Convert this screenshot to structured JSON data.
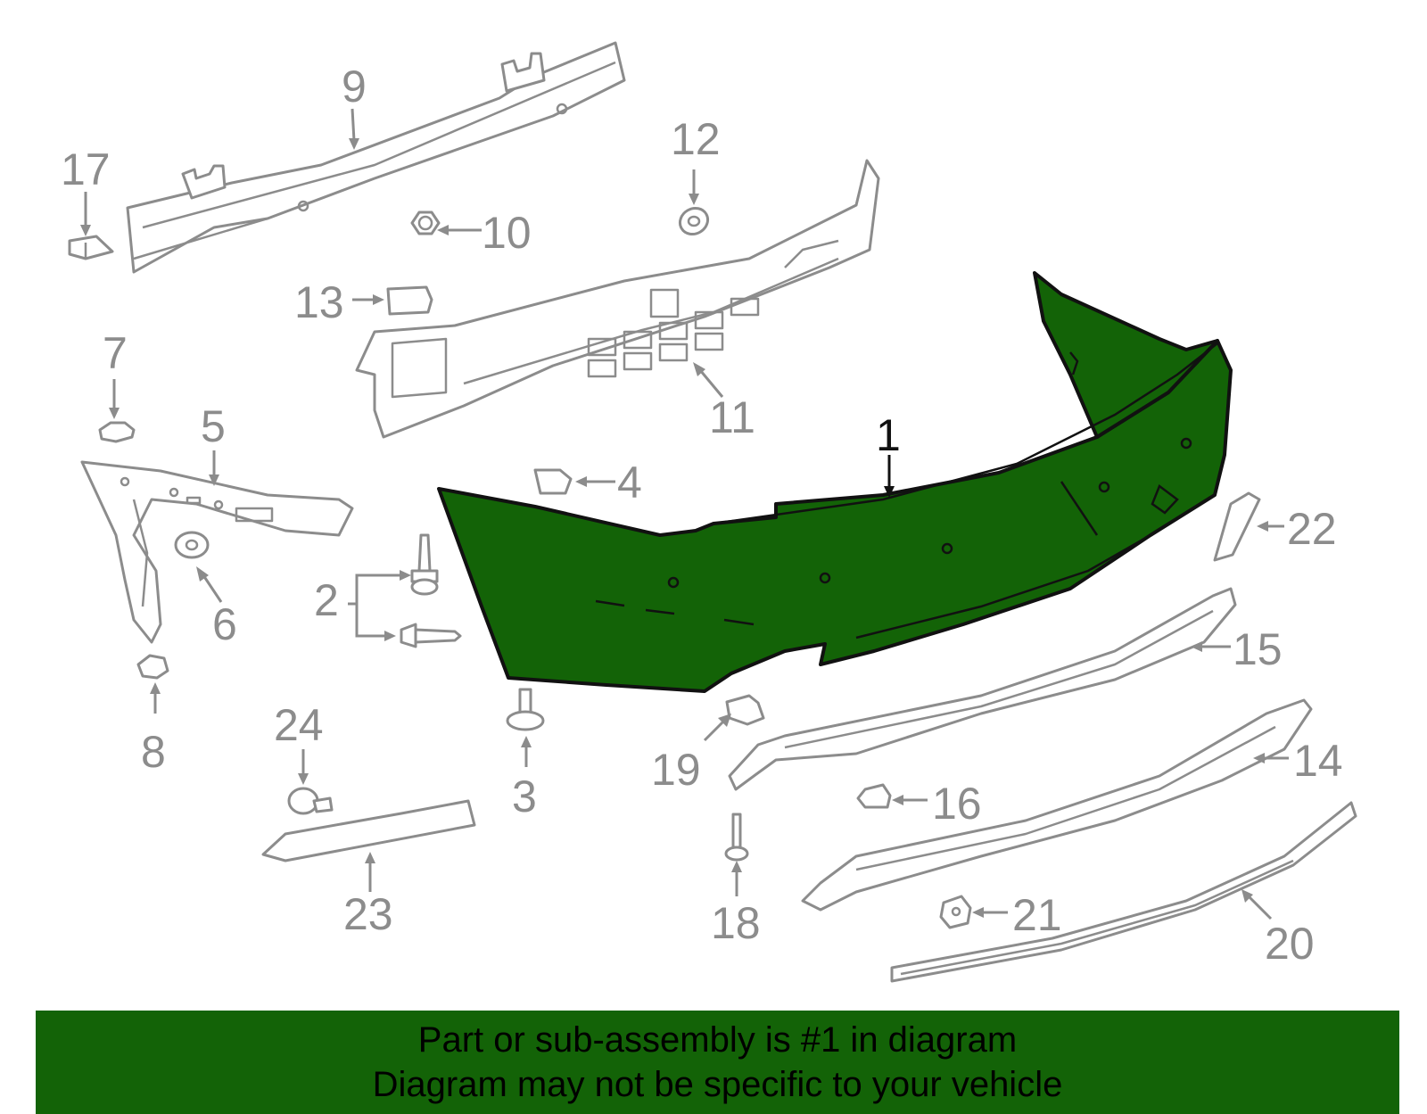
{
  "callouts": {
    "c1": "1",
    "c2": "2",
    "c3": "3",
    "c4": "4",
    "c5": "5",
    "c6": "6",
    "c7": "7",
    "c8": "8",
    "c9": "9",
    "c10": "10",
    "c11": "11",
    "c12": "12",
    "c13": "13",
    "c14": "14",
    "c15": "15",
    "c16": "16",
    "c17": "17",
    "c18": "18",
    "c19": "19",
    "c20": "20",
    "c21": "21",
    "c22": "22",
    "c23": "23",
    "c24": "24"
  },
  "highlight_part": "1",
  "colors": {
    "highlight": "#136307",
    "line_art": "#8c8c8c",
    "background": "#ffffff"
  },
  "banner": {
    "line1": "Part or sub-assembly is #1 in diagram",
    "line2": "Diagram may not be specific to your vehicle"
  }
}
